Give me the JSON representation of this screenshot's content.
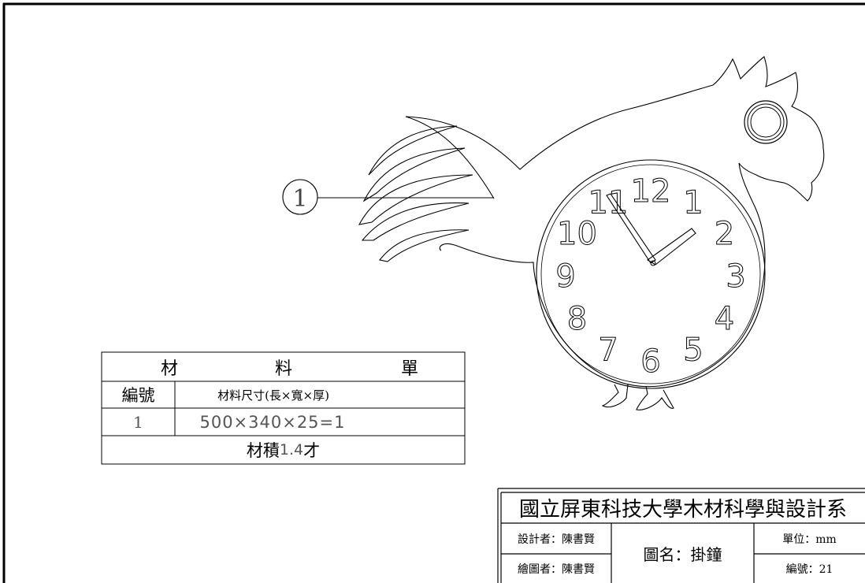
{
  "drawing": {
    "part_callout": "1",
    "clock_numerals": [
      "12",
      "1",
      "2",
      "3",
      "4",
      "5",
      "6",
      "7",
      "8",
      "9",
      "10",
      "11"
    ]
  },
  "material_list": {
    "title_chars": [
      "材",
      "料",
      "單"
    ],
    "header_no": "編號",
    "header_size": "材料尺寸(長×寬×厚)",
    "rows": [
      {
        "no": "1",
        "size": "500×340×25=1"
      }
    ],
    "volume_label": "材積",
    "volume_value": "1.4",
    "volume_unit": "才"
  },
  "title_block": {
    "school": "國立屏東科技大學木材科學與設計系",
    "designer": "設計者：陳書賢",
    "drafter": "繪圖者：陳書賢",
    "drawing_name": "圖名：掛鐘",
    "unit": "單位：mm",
    "number": "編號：21"
  }
}
